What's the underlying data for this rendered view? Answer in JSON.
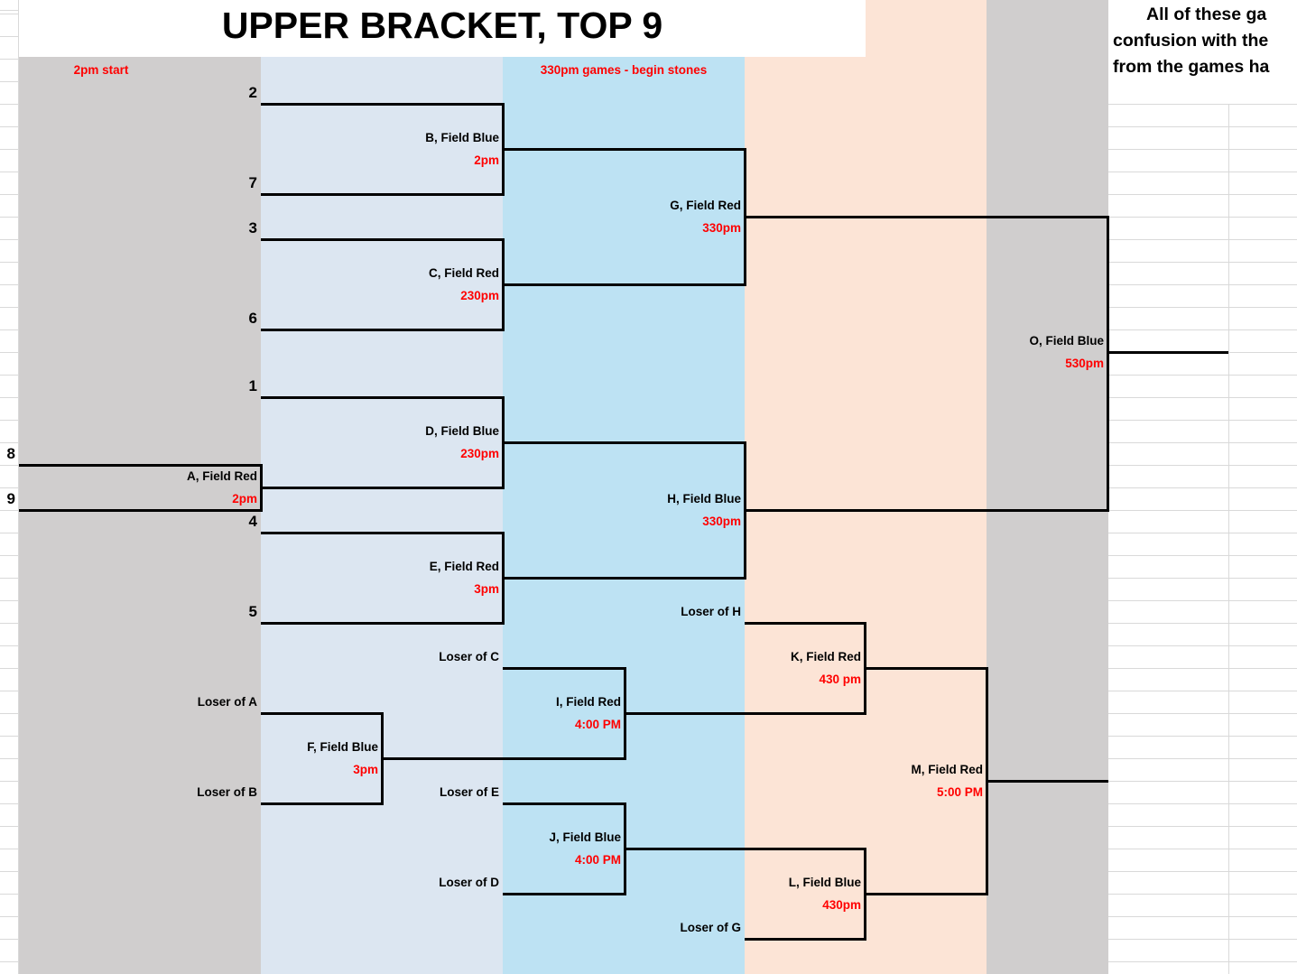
{
  "title": "UPPER BRACKET, TOP 9",
  "notes": {
    "start_note": "2pm start",
    "stones_note": "330pm games - begin stones",
    "side_note_lines": [
      "All of these ga",
      "confusion with the",
      "from the games ha"
    ]
  },
  "seeds": [
    "2",
    "7",
    "3",
    "6",
    "1",
    "8",
    "9",
    "4",
    "5"
  ],
  "feeders": {
    "loser_a": "Loser of A",
    "loser_b": "Loser of B",
    "loser_c": "Loser of C",
    "loser_d": "Loser of D",
    "loser_e": "Loser of E",
    "loser_g": "Loser of G",
    "loser_h": "Loser of H"
  },
  "games": {
    "A": {
      "label": "A, Field Red",
      "time": "2pm"
    },
    "B": {
      "label": "B, Field Blue",
      "time": "2pm"
    },
    "C": {
      "label": "C, Field Red",
      "time": "230pm"
    },
    "D": {
      "label": "D, Field Blue",
      "time": "230pm"
    },
    "E": {
      "label": "E, Field Red",
      "time": "3pm"
    },
    "F": {
      "label": "F, Field Blue",
      "time": "3pm"
    },
    "G": {
      "label": "G, Field Red",
      "time": "330pm"
    },
    "H": {
      "label": "H, Field Blue",
      "time": "330pm"
    },
    "I": {
      "label": "I, Field Red",
      "time": "4:00 PM"
    },
    "J": {
      "label": "J, Field Blue",
      "time": "4:00 PM"
    },
    "K": {
      "label": "K, Field Red",
      "time": "430 pm"
    },
    "L": {
      "label": "L, Field Blue",
      "time": "430pm"
    },
    "M": {
      "label": "M, Field Red",
      "time": "5:00 PM"
    },
    "O": {
      "label": "O, Field Blue",
      "time": "530pm"
    }
  },
  "colors": {
    "band_gray": "#d0cece",
    "band_lightblue": "#dce6f1",
    "band_blue": "#bde2f3",
    "band_peach": "#fce4d6",
    "accent_red": "#ff0000",
    "line_black": "#000000",
    "gridline": "#d9d9d9"
  }
}
